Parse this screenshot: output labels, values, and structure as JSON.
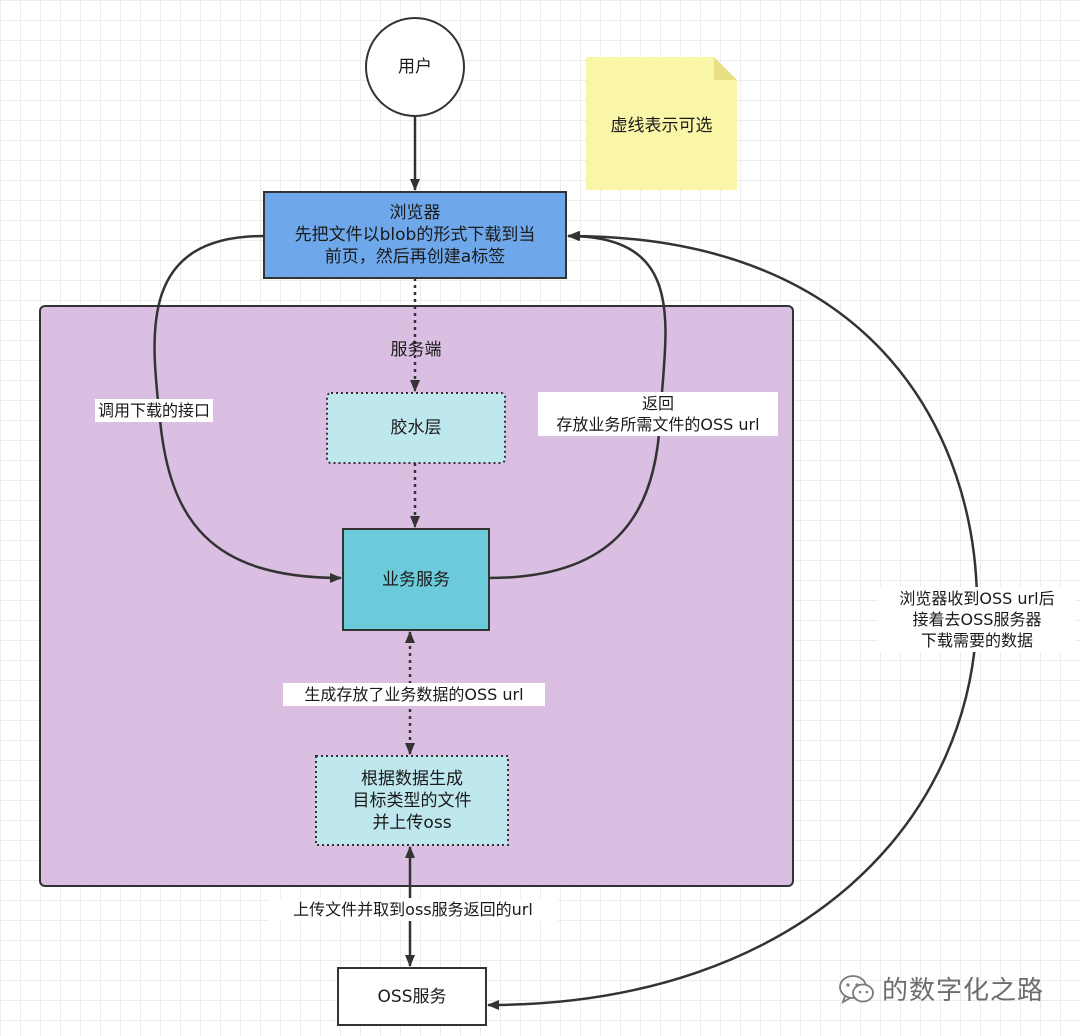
{
  "colors": {
    "browser_fill": "#6ea8ea",
    "service_group_fill": "#dbbfe2",
    "business_fill": "#6ccbdb",
    "light_box_fill": "#bfe7ee",
    "note_fill": "#faf6a8",
    "line": "#333333"
  },
  "nodes": {
    "user": "用户",
    "browser": "浏览器\n先把文件以blob的形式下载到当\n前页，然后再创建a标签",
    "service_group": "服务端",
    "glue_layer": "胶水层",
    "business_service": "业务服务",
    "generate_file": "根据数据生成\n目标类型的文件\n并上传oss",
    "oss_service": "OSS服务"
  },
  "note": "虚线表示可选",
  "edge_labels": {
    "call_download": "调用下载的接口",
    "return_url": "返回\n存放业务所需文件的OSS url",
    "generate_url": "生成存放了业务数据的OSS url",
    "upload": "上传文件并取到oss服务返回的url",
    "browser_fetch": "浏览器收到OSS url后\n接着去OSS服务器\n下载需要的数据"
  },
  "watermark": "的数字化之路",
  "watermark_icon": "wechat-icon"
}
